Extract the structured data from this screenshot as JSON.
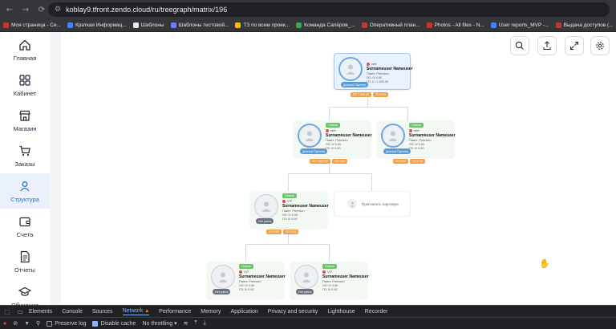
{
  "browser": {
    "url": "koblay9.tfront.zendo.cloud/ru/treegraph/matrix/196",
    "bookmarks": [
      {
        "label": "Моя страница - Си...",
        "color": "#c0392b"
      },
      {
        "label": "Краткая Информац...",
        "color": "#4285f4"
      },
      {
        "label": "Шаблоны",
        "color": "#e8eaed"
      },
      {
        "label": "Шаблоны тестовой...",
        "color": "#6b7cff"
      },
      {
        "label": "ТЗ по всем проек...",
        "color": "#fbbc04"
      },
      {
        "label": "Команда Сапёров_...",
        "color": "#34a853"
      },
      {
        "label": "Оперативный план...",
        "color": "#c0392b"
      },
      {
        "label": "Photos - All files - N...",
        "color": "#c0392b"
      },
      {
        "label": "User reports_MVP -...",
        "color": "#4285f4"
      },
      {
        "label": "Выдача доступов (...",
        "color": "#c0392b"
      }
    ]
  },
  "sidebar": {
    "items": [
      {
        "label": "Главная",
        "icon": "home-icon"
      },
      {
        "label": "Кабинет",
        "icon": "grid-icon"
      },
      {
        "label": "Магазин",
        "icon": "store-icon"
      },
      {
        "label": "Заказы",
        "icon": "cart-icon"
      },
      {
        "label": "Структура",
        "icon": "users-icon",
        "active": true
      },
      {
        "label": "Счета",
        "icon": "wallet-icon"
      },
      {
        "label": "Отчеты",
        "icon": "document-icon"
      },
      {
        "label": "Обучение",
        "icon": "graduation-icon"
      }
    ]
  },
  "toolbar": {
    "search": "search-icon",
    "share": "share-icon",
    "expand": "expand-icon",
    "settings": "gear-icon"
  },
  "tree": {
    "nodes": [
      {
        "id": "root",
        "status": "",
        "rank": "vert",
        "name": "Surnameuser Nameuser",
        "pack": "Пакет: Premium",
        "lo": "ЛО: 0/ 0.00",
        "go": "ГО: 0 / 1 000.00",
        "tag": "Донный Партнер",
        "pills": [
          "ЛО 1 000.00",
          "ЛО 0.00"
        ]
      },
      {
        "id": "l1a",
        "status": "Новый",
        "rank": "vert",
        "name": "Surnameuser Nameuser",
        "pack": "Пакет: Premium",
        "lo": "ЛО: 0/ 0.00",
        "go": "ГО: 0/ 0.00",
        "tag": "Донный Партнер",
        "pills": [
          "ЛО 1 000.00",
          "ЛО 0.00"
        ]
      },
      {
        "id": "l1b",
        "status": "Новый",
        "rank": "vert",
        "name": "Surnameuser Nameuser",
        "pack": "Пакет: Premium",
        "lo": "ЛО: 0/ 0.00",
        "go": "ГО: 0/ 0.00",
        "tag": "Донный Партнер",
        "pills": [
          "ЛО 0.00",
          "ЛО 0.00"
        ]
      },
      {
        "id": "l2a",
        "status": "Новый",
        "rank": "VIT",
        "name": "Surnameuser Nameuser",
        "pack": "Пакет: Premium",
        "lo": "ЛО: 0/ 0.00",
        "go": "ГО: 0/ 0.00",
        "tag": "Нет ранга",
        "pills": [
          "ЛО 0.00",
          "ЛО 0.00"
        ]
      },
      {
        "id": "l3a",
        "status": "Новый",
        "rank": "VIT",
        "name": "Surnameuser Nameuser",
        "pack": "Пакет: Premium",
        "lo": "ЛО: 0/ 0.00",
        "go": "ГО: 0/ 0.00",
        "tag": "Нет ранга",
        "pills": []
      },
      {
        "id": "l3b",
        "status": "Новый",
        "rank": "VIT",
        "name": "Surnameuser Nameuser",
        "pack": "Пакет: Premium",
        "lo": "ЛО: 0/ 0.00",
        "go": "ГО: 0/ 0.00",
        "tag": "Нет ранга",
        "pills": []
      }
    ],
    "invite_label": "Пригласить партнера"
  },
  "devtools": {
    "tabs": [
      "Elements",
      "Console",
      "Sources",
      "Network",
      "Performance",
      "Memory",
      "Application",
      "Privacy and security",
      "Lighthouse",
      "Recorder"
    ],
    "active_tab": "Network",
    "preserve_log": "Preserve log",
    "disable_cache": "Disable cache",
    "throttling": "No throttling"
  }
}
